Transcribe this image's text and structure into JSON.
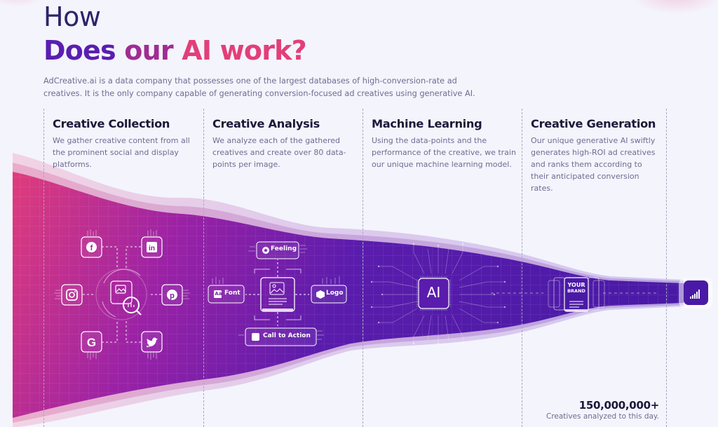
{
  "header": {
    "title_line1": "How",
    "title_line2_part1": "Does our ",
    "title_line2_part2": "AI work?",
    "intro": "AdCreative.ai is a data company that possesses one of the largest databases of high-conversion-rate ad creatives. It is the only company capable of generating conversion-focused ad creatives using generative AI."
  },
  "steps": [
    {
      "title": "Creative Collection",
      "description": "We gather creative content from all the prominent social and display platforms."
    },
    {
      "title": "Creative Analysis",
      "description": "We analyze each of the gathered creatives and create over 80 data-points per image."
    },
    {
      "title": "Machine Learning",
      "description": "Using the data-points and the performance of the creative, we train our unique machine learning model."
    },
    {
      "title": "Creative Generation",
      "description": "Our unique generative AI swiftly generates high-ROI ad creatives and ranks them according to their anticipated conversion rates."
    }
  ],
  "collection": {
    "sources": [
      "facebook-icon",
      "linkedin-icon",
      "instagram-icon",
      "pinterest-icon",
      "google-icon",
      "twitter-icon"
    ],
    "center": "image-analysis-icon"
  },
  "analysis": {
    "nodes": {
      "feeling": "Feeling",
      "font": "Font",
      "logo": "Logo",
      "cta": "Call to Action"
    },
    "font_badge": "Aa"
  },
  "ml": {
    "chip_label": "AI"
  },
  "generation": {
    "brand_line1": "YOUR",
    "brand_line2": "BRAND",
    "end_icon": "signal-bars-icon"
  },
  "stat": {
    "value": "150,000,000+",
    "label": "Creatives analyzed to this day."
  },
  "colors": {
    "background": "#f4f4fd",
    "heading_dark": "#2d2468",
    "accent_purple": "#5a1eb0",
    "accent_pink": "#e23f78",
    "funnel_start": "#e03c7c",
    "funnel_end": "#4a1aa6",
    "text_muted": "#6f6c8f"
  }
}
